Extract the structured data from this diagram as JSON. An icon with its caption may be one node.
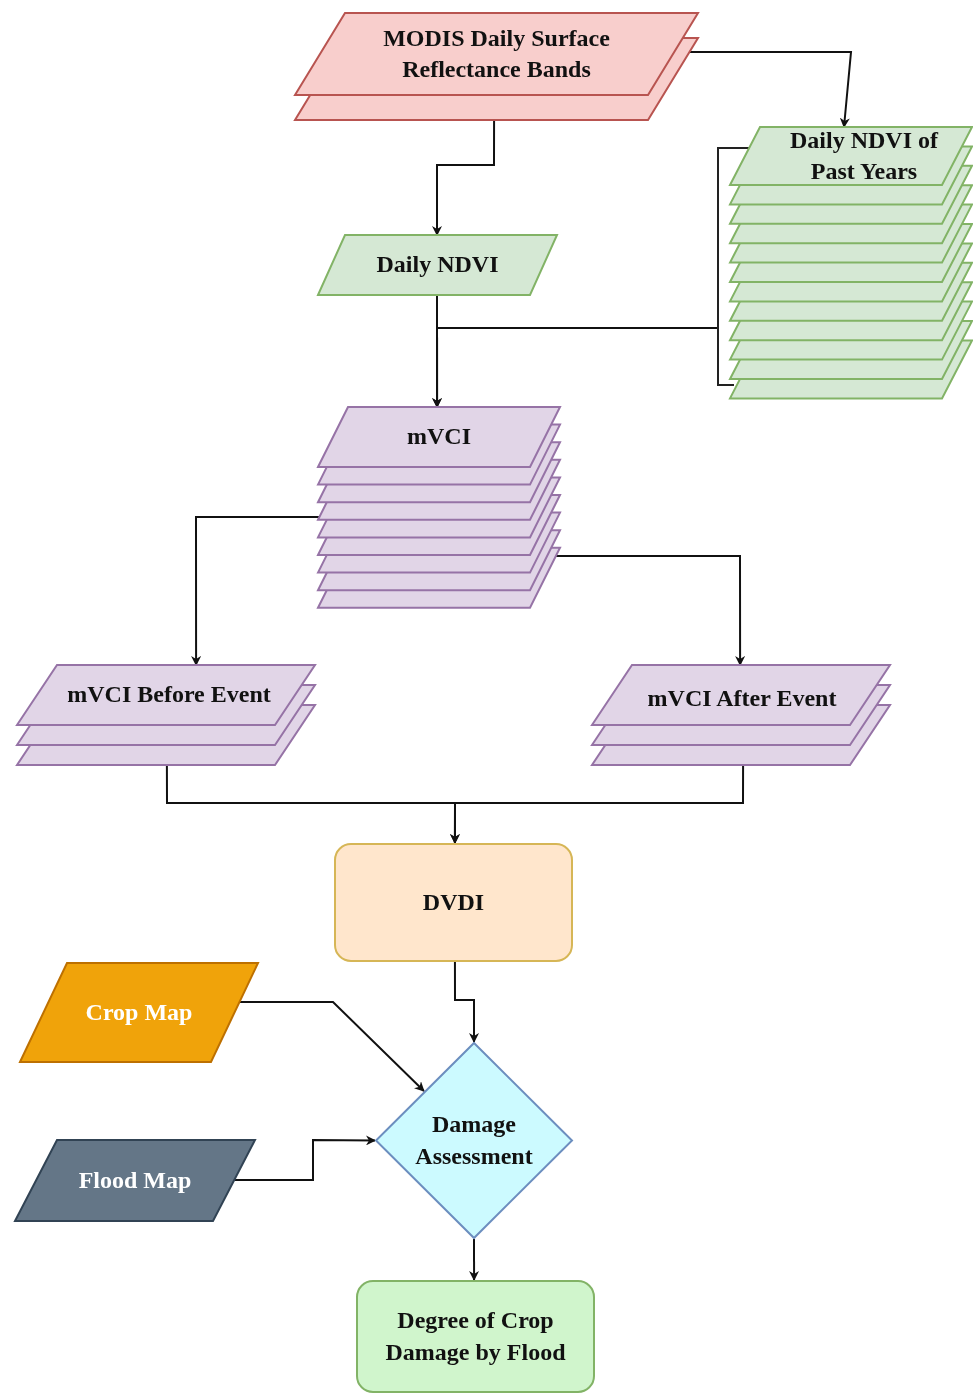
{
  "diagram": {
    "nodes": [
      {
        "text": [
          "MODIS Daily Surface Reflectance Bands"
        ]
      },
      {
        "text": [
          "Daily NDVI of Past Years"
        ]
      },
      {
        "text": [
          "Daily NDVI"
        ]
      },
      {
        "text": [
          "mVCI"
        ]
      },
      {
        "text": [
          "mVCI Before Event"
        ]
      },
      {
        "text": [
          "mVCI After Event"
        ]
      },
      {
        "text": [
          "DVDI"
        ]
      },
      {
        "text": [
          "Crop Map"
        ]
      },
      {
        "text": [
          "Flood Map"
        ]
      },
      {
        "text": [
          "Damage Assessment"
        ]
      },
      {
        "text": [
          "Degree of Crop Damage by Flood"
        ]
      }
    ],
    "edges": [
      {
        "from": 0,
        "to": 2,
        "arrow": "to"
      },
      {
        "from": 0,
        "to": 1,
        "arrow": "to"
      },
      {
        "from": 2,
        "to": 3,
        "arrow": "to"
      },
      {
        "from": 1,
        "to": 3,
        "arrow": "to"
      },
      {
        "from": 3,
        "to": 4,
        "arrow": "to"
      },
      {
        "from": 3,
        "to": 5,
        "arrow": "to"
      },
      {
        "from": 4,
        "to": 6,
        "arrow": "to"
      },
      {
        "from": 5,
        "to": 6,
        "arrow": "to"
      },
      {
        "from": 6,
        "to": 9,
        "arrow": "to"
      },
      {
        "from": 7,
        "to": 9,
        "arrow": "to"
      },
      {
        "from": 8,
        "to": 9,
        "arrow": "to"
      },
      {
        "from": 9,
        "to": 10,
        "arrow": "to"
      }
    ]
  }
}
